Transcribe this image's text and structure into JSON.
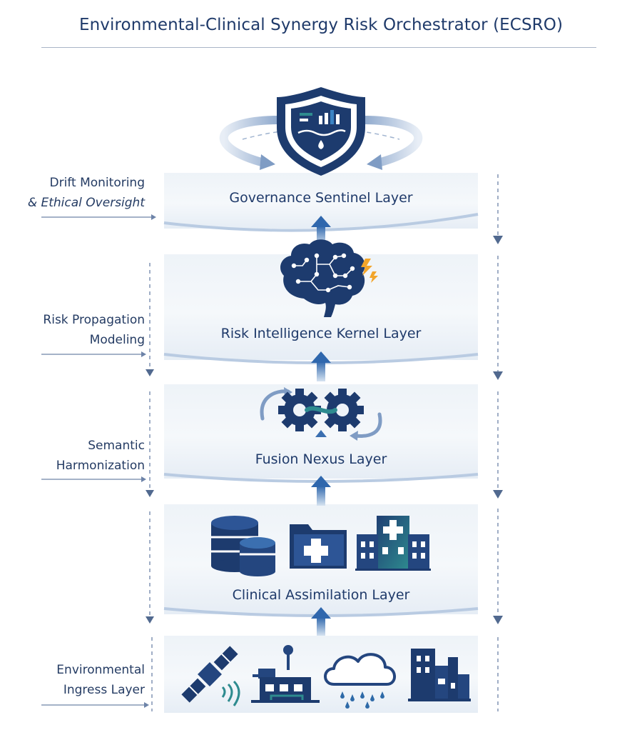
{
  "title": "Environmental-Clinical Synergy Risk Orchestrator (ECSRO)",
  "layers": {
    "governance": "Governance Sentinel Layer",
    "risk": "Risk Intelligence Kernel Layer",
    "fusion": "Fusion Nexus Layer",
    "clinical": "Clinical Assimilation Layer"
  },
  "side_labels": {
    "drift_line1": "Drift Monitoring",
    "drift_line2": "& Ethical Oversight",
    "risk_line1": "Risk Propagation",
    "risk_line2": "Modeling",
    "semantic_line1": "Semantic",
    "semantic_line2": "Harmonization",
    "env_line1": "Environmental",
    "env_line2": "Ingress Layer"
  },
  "icons": {
    "governance": "shield-dashboard-icon",
    "risk": "circuit-brain-icon",
    "fusion": "linked-gears-icon",
    "clinical": [
      "database-icon",
      "medical-folder-icon",
      "hospital-icon"
    ],
    "environmental": [
      "satellite-icon",
      "weather-station-icon",
      "rain-cloud-icon",
      "factory-icon"
    ]
  },
  "colors": {
    "primary": "#1f3a6a",
    "accent_teal": "#2e8b8f",
    "arrow_blue": "#3b6fb0",
    "band_light": "#eef3f8"
  }
}
